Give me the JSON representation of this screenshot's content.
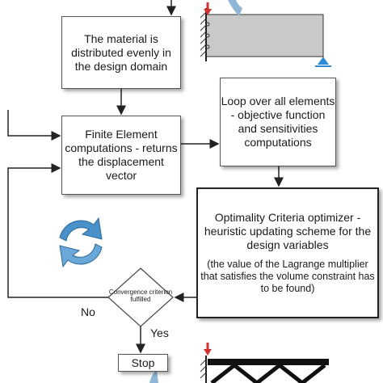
{
  "boxes": {
    "material": "The material is distributed evenly in the design domain",
    "fe": "Finite Element computations - returns the displacement vector",
    "loop": "Loop over all elements - objective function and sensitivities computations",
    "oc_title": "Optimality Criteria optimizer - heuristic updating scheme for the design variables",
    "oc_note": "(the value of the Lagrange multiplier that satisfies the volume constraint has to be found)",
    "stop": "Stop"
  },
  "decision": {
    "label": "Convergence criterion fulfilled",
    "no": "No",
    "yes": "Yes"
  },
  "colors": {
    "domain_fill": "#c9c9c9",
    "load_arrow": "#d32f2f",
    "support": "#2e8bd6",
    "cycle_icon": "#4a90c9"
  },
  "icons": [
    "cycle-arrows-icon",
    "load-arrow-icon",
    "roller-support-icon"
  ]
}
